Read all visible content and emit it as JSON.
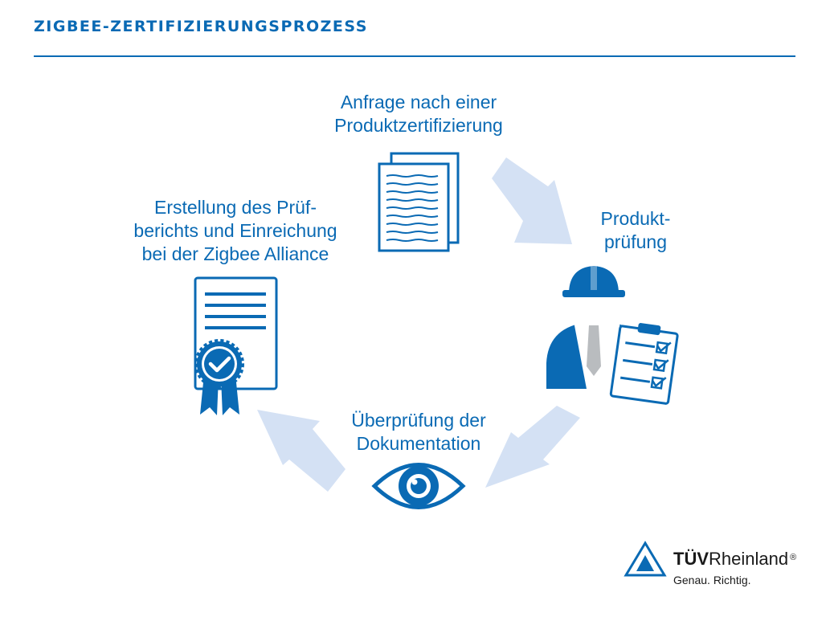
{
  "header": {
    "title": "ZIGBEE-ZERTIFIZIERUNGSPROZESS"
  },
  "steps": {
    "request": {
      "line1": "Anfrage nach einer",
      "line2": "Produktzertifizierung"
    },
    "testing": {
      "line1": "Produkt-",
      "line2": "prüfung"
    },
    "review": {
      "line1": "Überprüfung der",
      "line2": "Dokumentation"
    },
    "report": {
      "line1": "Erstellung des Prüf-",
      "line2": "berichts und Einreichung",
      "line3": "bei der Zigbee Alliance"
    }
  },
  "icons": {
    "request": "documents-icon",
    "testing": "inspector-with-checklist-icon",
    "review": "eye-icon",
    "report": "certificate-icon",
    "flow": "cycle-arrow-icon"
  },
  "brand": {
    "name_bold": "TÜV",
    "name_regular": "Rheinland",
    "registered": "®",
    "tagline": "Genau. Richtig."
  },
  "colors": {
    "primary": "#0a6ab4",
    "arrow": "#d4e1f4",
    "text_dark": "#1a1a1a"
  }
}
